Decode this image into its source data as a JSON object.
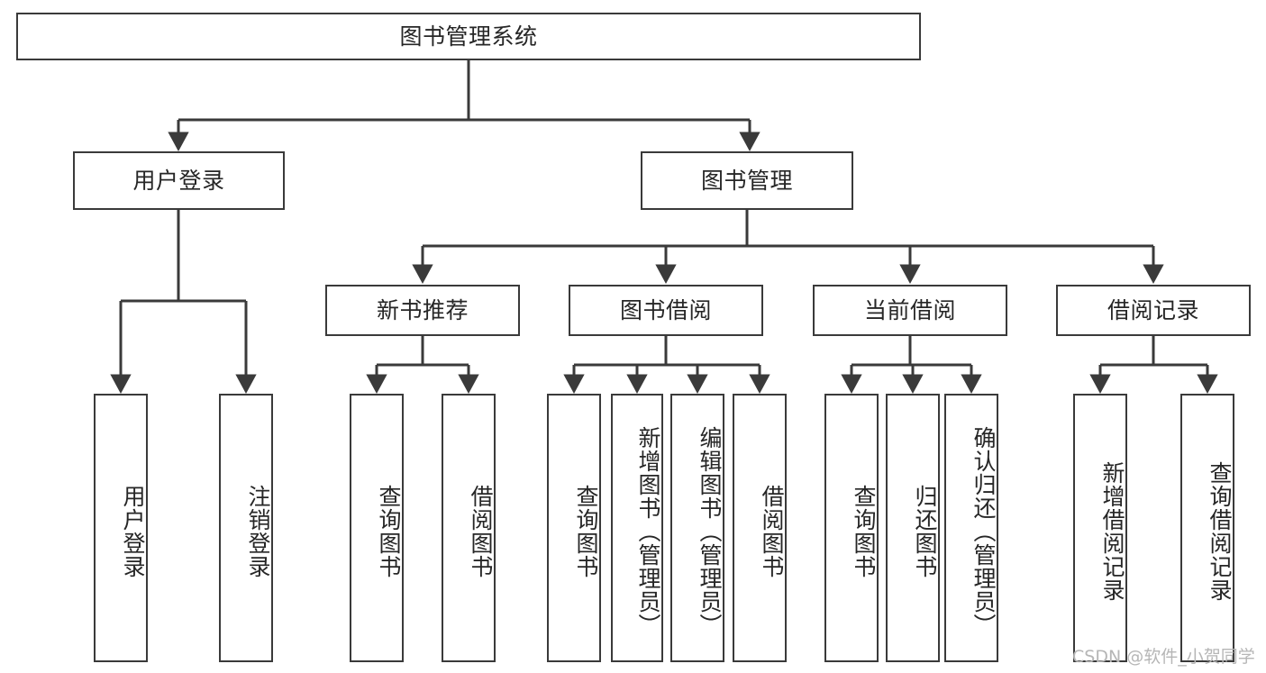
{
  "diagram": {
    "title": "图书管理系统",
    "type": "tree-hierarchy-diagram",
    "colors": {
      "box_border": "#3a3a3a",
      "box_fill": "#ffffff",
      "edge": "#3a3a3a",
      "text": "#262626",
      "watermark": "#b6b6b6"
    },
    "root": {
      "label": "图书管理系统"
    },
    "level2": [
      {
        "label": "用户登录"
      },
      {
        "label": "图书管理"
      }
    ],
    "level3": [
      {
        "label": "新书推荐"
      },
      {
        "label": "图书借阅"
      },
      {
        "label": "当前借阅"
      },
      {
        "label": "借阅记录"
      }
    ],
    "leaves": {
      "user_login": [
        {
          "label": "用户登录"
        },
        {
          "label": "注销登录"
        }
      ],
      "new_book_recommend": [
        {
          "label": "查询图书"
        },
        {
          "label": "借阅图书"
        }
      ],
      "book_borrow": [
        {
          "label": "查询图书"
        },
        {
          "label": "新增图书（管理员）"
        },
        {
          "label": "编辑图书（管理员）"
        },
        {
          "label": "借阅图书"
        }
      ],
      "current_borrow": [
        {
          "label": "查询图书"
        },
        {
          "label": "归还图书"
        },
        {
          "label": "确认归还（管理员）"
        }
      ],
      "borrow_record": [
        {
          "label": "新增借阅记录"
        },
        {
          "label": "查询借阅记录"
        }
      ]
    },
    "watermark": "CSDN @软件_小贺同学"
  }
}
